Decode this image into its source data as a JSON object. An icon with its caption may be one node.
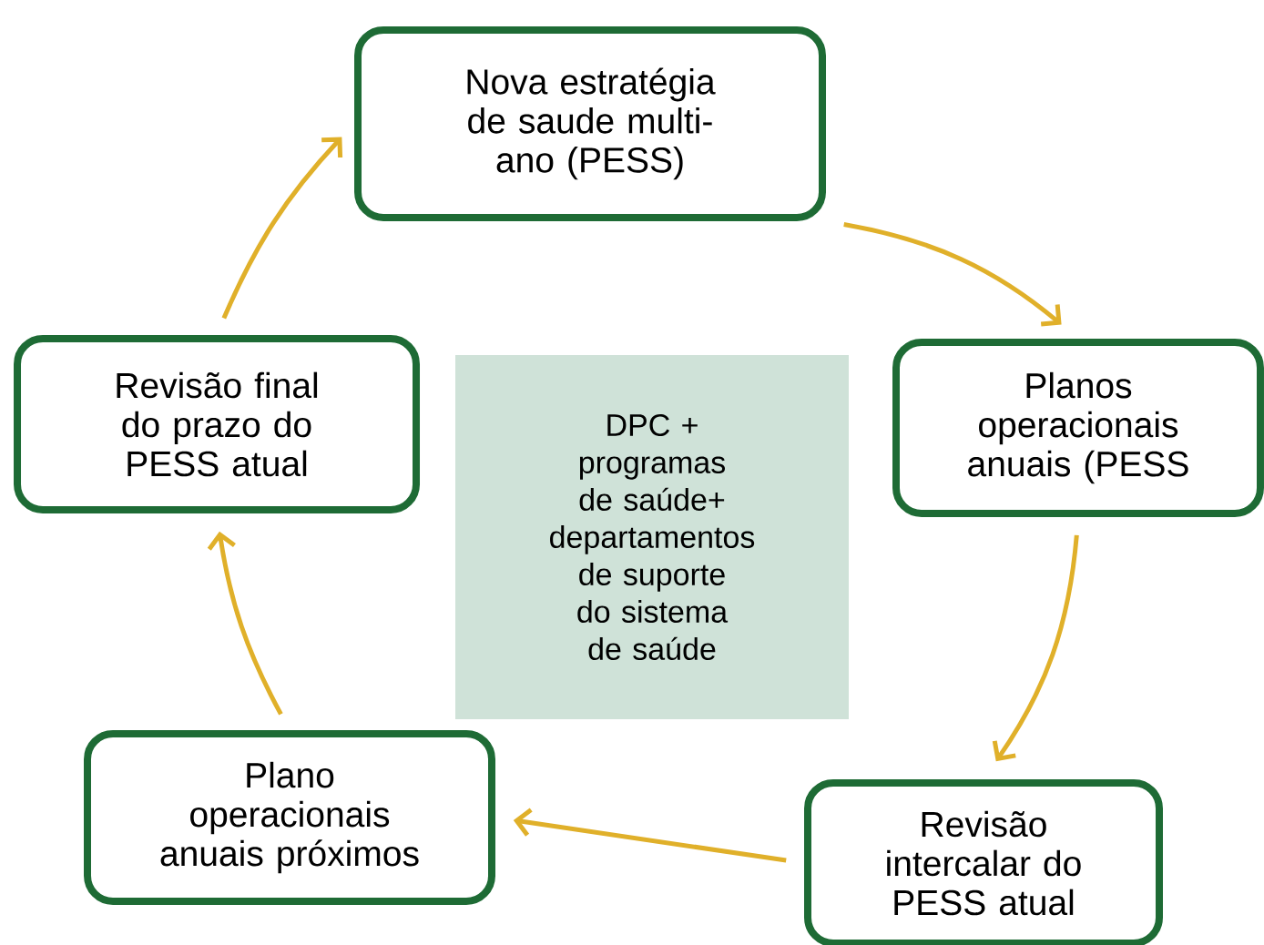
{
  "diagram": {
    "nodes": [
      {
        "text": [
          "Nova estratégia de saude multi-ano (PESS)"
        ]
      },
      {
        "text": [
          "Planos operacionais anuais (PESS"
        ]
      },
      {
        "text": [
          "Revisão intercalar do PESS atual"
        ]
      },
      {
        "text": [
          "Plano operacionais anuais próximos"
        ]
      },
      {
        "text": [
          "Revisão final do prazo do PESS atual"
        ]
      },
      {
        "text": [
          "DPC + programas de saúde+ departamentos de suporte do sistema de saúde"
        ]
      }
    ],
    "edges": [
      {
        "from": 0,
        "to": 1,
        "arrow": "to"
      },
      {
        "from": 1,
        "to": 2,
        "arrow": "to"
      },
      {
        "from": 2,
        "to": 3,
        "arrow": "to"
      },
      {
        "from": 3,
        "to": 4,
        "arrow": "to"
      },
      {
        "from": 4,
        "to": 0,
        "arrow": "to"
      }
    ]
  }
}
